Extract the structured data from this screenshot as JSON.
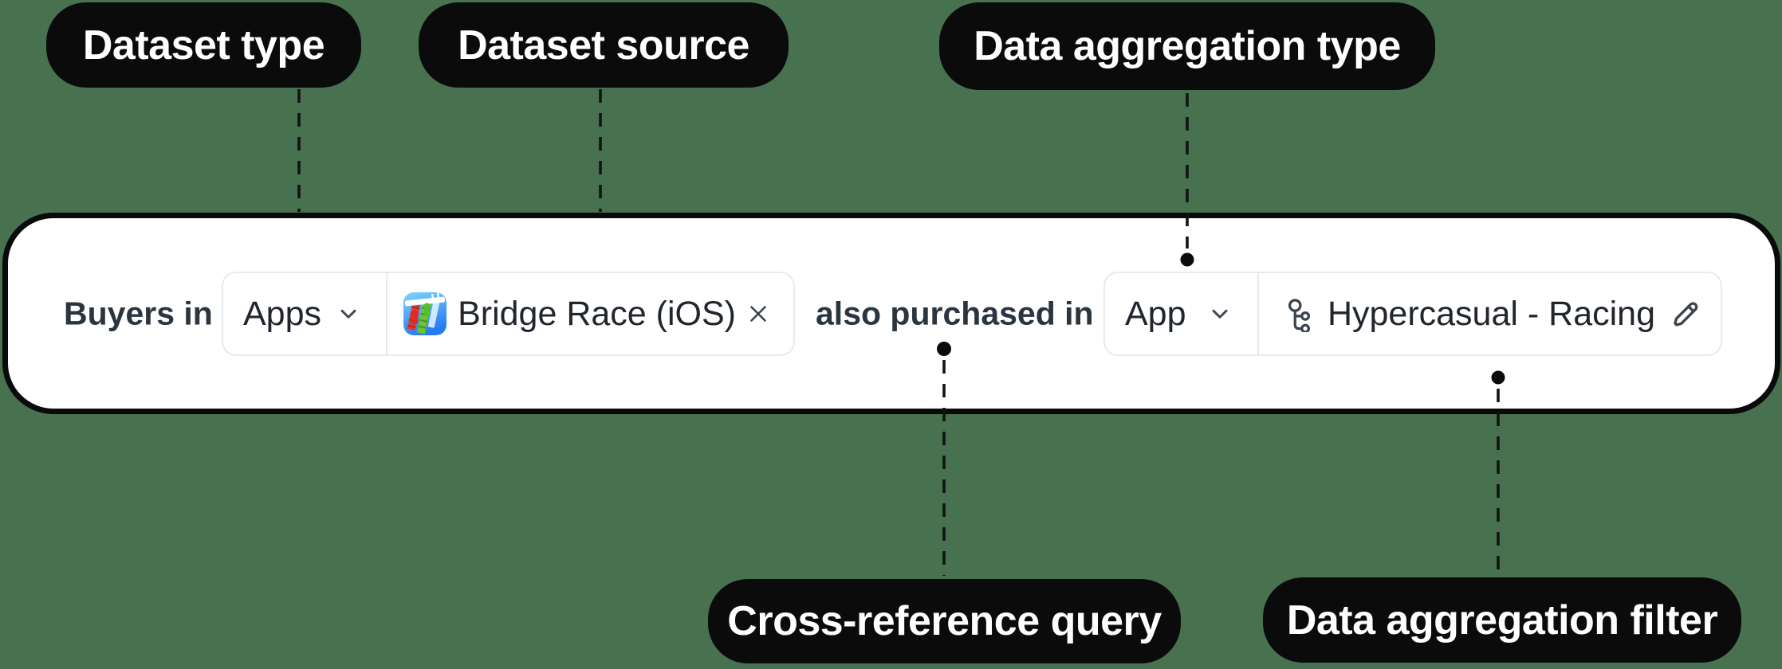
{
  "colors": {
    "background": "#47714F",
    "annotation_pill_bg": "#0B0B0C",
    "annotation_pill_text": "#FFFFFF",
    "bar_bg": "#FFFFFF",
    "bar_border": "#0A0A0A",
    "field_border": "#E8EAEF",
    "text_primary": "#21262D",
    "bold_label_text": "#2B3540",
    "icon_color": "#3A4350",
    "app_icon_blue_top": "#7FD4FD",
    "app_icon_blue_bottom": "#2A7BF2"
  },
  "annotations": {
    "dataset_type": "Dataset type",
    "dataset_source": "Dataset source",
    "data_aggregation_type": "Data aggregation type",
    "cross_reference_query": "Cross-reference query",
    "data_aggregation_filter": "Data aggregation filter"
  },
  "query_bar": {
    "prefix_label": "Buyers in",
    "dataset_type_dropdown": {
      "value": "Apps",
      "icon": "chevron-down-icon"
    },
    "dataset_source_chip": {
      "value": "Bridge Race (iOS)",
      "app_icon": "bridge-race-app-icon",
      "remove_icon": "close-icon"
    },
    "connector_label": "also purchased in",
    "aggregation_type_dropdown": {
      "value": "App",
      "icon": "chevron-down-icon"
    },
    "aggregation_filter": {
      "value": "Hypercasual - Racing",
      "type_icon": "hierarchy-branch-icon",
      "edit_icon": "pencil-edit-icon"
    }
  }
}
